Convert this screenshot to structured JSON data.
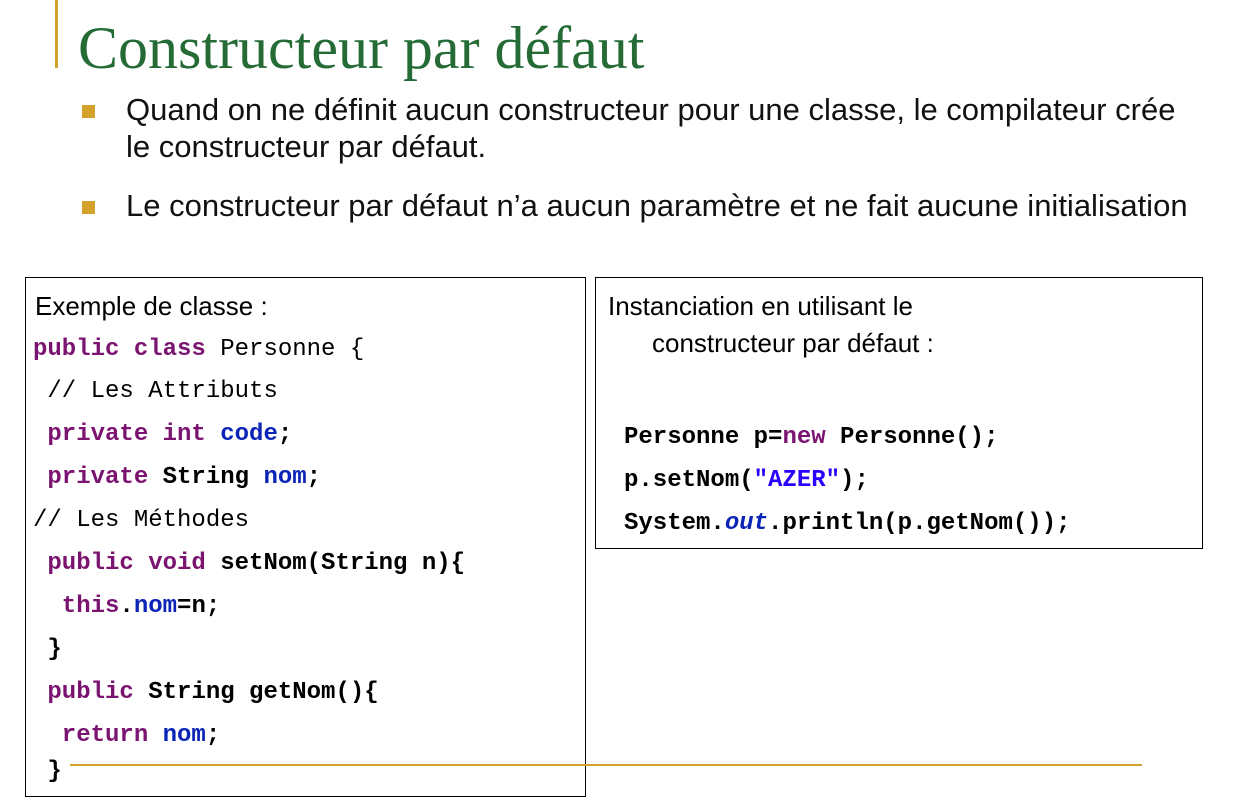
{
  "title": "Constructeur par défaut",
  "bullets": [
    {
      "text": "Quand on ne définit aucun constructeur pour une classe, le compilateur crée le constructeur par défaut."
    },
    {
      "text": "Le constructeur par défaut n’a aucun paramètre et ne fait aucune initialisation"
    }
  ],
  "left_box": {
    "heading": "Exemple de classe :",
    "code": {
      "l1": {
        "a": "public class",
        "b": " Personne {"
      },
      "l2": {
        "a": " // Les Attributs"
      },
      "l3": {
        "a": " private int",
        "b": " ",
        "c": "code",
        "d": ";"
      },
      "l4": {
        "a": " private",
        "b": " String ",
        "c": "nom",
        "d": ";"
      },
      "l5": {
        "a": "// Les Méthodes"
      },
      "l6": {
        "a": " public void",
        "b": " setNom(String n){"
      },
      "l7": {
        "a": "  this",
        "b": ".",
        "c": "nom",
        "d": "=n;"
      },
      "l8": {
        "a": " }"
      },
      "l9": {
        "a": " public",
        "b": " String getNom(){"
      },
      "l10": {
        "a": "  return",
        "b": " ",
        "c": "nom",
        "d": ";"
      },
      "l11": {
        "a": " }"
      }
    }
  },
  "right_box": {
    "heading_line1": "Instanciation en utilisant le",
    "heading_line2": "constructeur par défaut :",
    "code": {
      "l1": {
        "a": "Personne p=",
        "b": "new",
        "c": " Personne();"
      },
      "l2": {
        "a": "p.setNom(",
        "b": "\"AZER\"",
        "c": ");"
      },
      "l3": {
        "a": "System.",
        "b": "out",
        "c": ".println(p.getNom());"
      }
    }
  },
  "colors": {
    "title": "#246b35",
    "accent": "#d4a12a",
    "keyword": "#7b1470",
    "field": "#0b24b8",
    "string": "#2a00ff"
  }
}
